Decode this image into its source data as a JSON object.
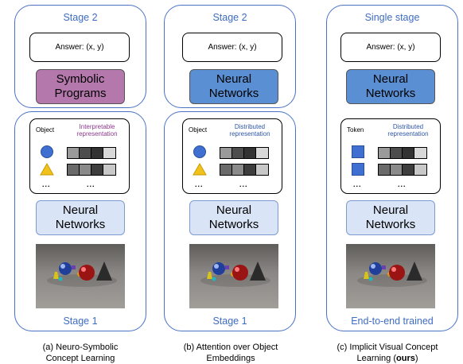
{
  "colors": {
    "panel_border": "#4a72c4",
    "stage_text": "#3e6cc2",
    "symbolic_module": "#b478ac",
    "neural_module_top": "#5a8fd4",
    "neural_module_bottom": "#d9e4f6",
    "distributed_text": "#2f56a6",
    "interpretable_text": "#8b3a8b",
    "shape_blue": "#3f6fd0",
    "shape_yellow": "#f2c21c",
    "vector_cells": [
      "#9a9a9a",
      "#4d4d4d",
      "#333333",
      "#d8d8d8"
    ]
  },
  "columns": [
    {
      "top_stage_label": "Stage 2",
      "answer": "Answer: (x, y)",
      "top_module": "Symbolic\nPrograms",
      "repr_left_header": "Object",
      "repr_right_header": "Interpretable\nrepresentation",
      "icon_names": [
        "circle-icon",
        "triangle-icon"
      ],
      "ellipsis_left": "...",
      "ellipsis_right": "...",
      "bottom_module": "Neural\nNetworks",
      "bottom_stage_label": "Stage 1",
      "caption_line1": "(a) Neuro-Symbolic",
      "caption_line2": "Concept Learning"
    },
    {
      "top_stage_label": "Stage 2",
      "answer": "Answer: (x, y)",
      "top_module": "Neural\nNetworks",
      "repr_left_header": "Object",
      "repr_right_header": "Distributed\nrepresentation",
      "icon_names": [
        "circle-icon",
        "triangle-icon"
      ],
      "ellipsis_left": "...",
      "ellipsis_right": "...",
      "bottom_module": "Neural\nNetworks",
      "bottom_stage_label": "Stage 1",
      "caption_line1": "(b) Attention over Object",
      "caption_line2": "Embeddings"
    },
    {
      "top_stage_label": "Single stage",
      "answer": "Answer: (x, y)",
      "top_module": "Neural\nNetworks",
      "repr_left_header": "Token",
      "repr_right_header": "Distributed\nrepresentation",
      "icon_names": [
        "square-icon",
        "square-icon"
      ],
      "ellipsis_left": "...",
      "ellipsis_right": "...",
      "bottom_module": "Neural\nNetworks",
      "bottom_stage_label": "End-to-end trained",
      "caption_line1": "(c) Implicit Visual Concept",
      "caption_line2_prefix": "Learning (",
      "caption_line2_bold": "ours",
      "caption_line2_suffix": ")"
    }
  ]
}
